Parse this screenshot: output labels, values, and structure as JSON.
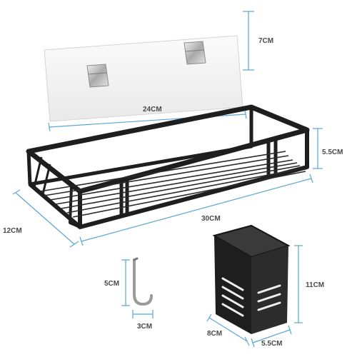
{
  "dimensions": {
    "plate_height": "7CM",
    "plate_width": "24CM",
    "basket_height": "5.5CM",
    "basket_length": "30CM",
    "basket_depth": "12CM",
    "hook_height": "5CM",
    "hook_width": "3CM",
    "holder_height": "11CM",
    "holder_depth": "8CM",
    "holder_width": "5.5CM"
  },
  "colors": {
    "dimension_line": "#5aa6d6",
    "metal": "#1e1e1e",
    "plate": "#f4f4f4",
    "chrome": "#c8c8c8"
  }
}
